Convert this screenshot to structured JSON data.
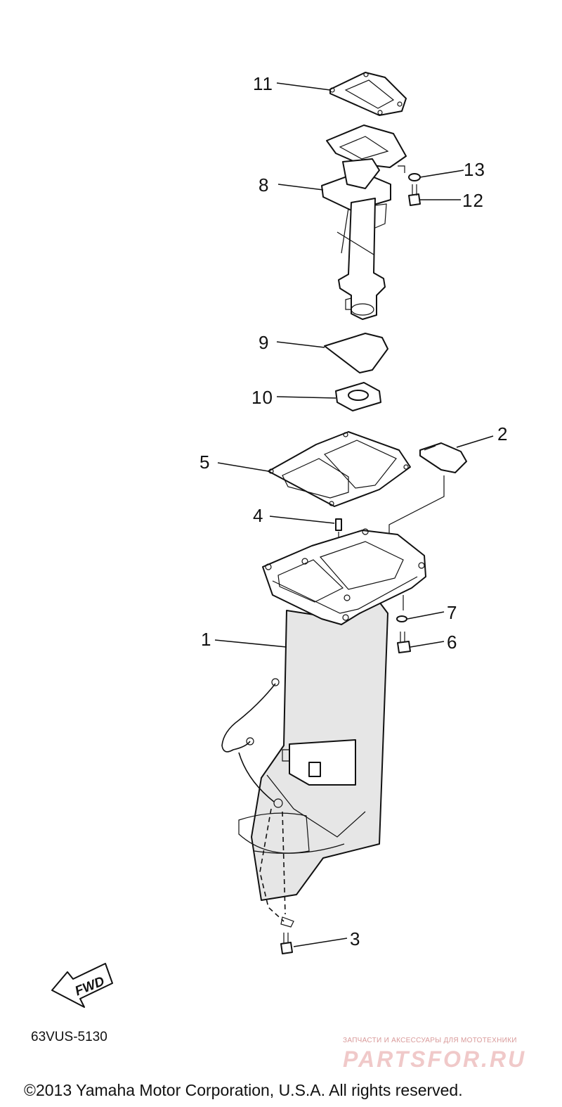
{
  "callouts": {
    "c1": "1",
    "c2": "2",
    "c3": "3",
    "c4": "4",
    "c5": "5",
    "c6": "6",
    "c7": "7",
    "c8": "8",
    "c9": "9",
    "c10": "10",
    "c11": "11",
    "c12": "12",
    "c13": "13"
  },
  "fwd_label": "FWD",
  "diagram_code": "63VUS-5130",
  "copyright": "©2013 Yamaha Motor Corporation, U.S.A. All rights reserved.",
  "watermark": {
    "tagline": "ЗАПЧАСТИ И АКСЕССУАРЫ ДЛЯ МОТОТЕХНИКИ",
    "logo": "PARTSFOR.RU"
  }
}
